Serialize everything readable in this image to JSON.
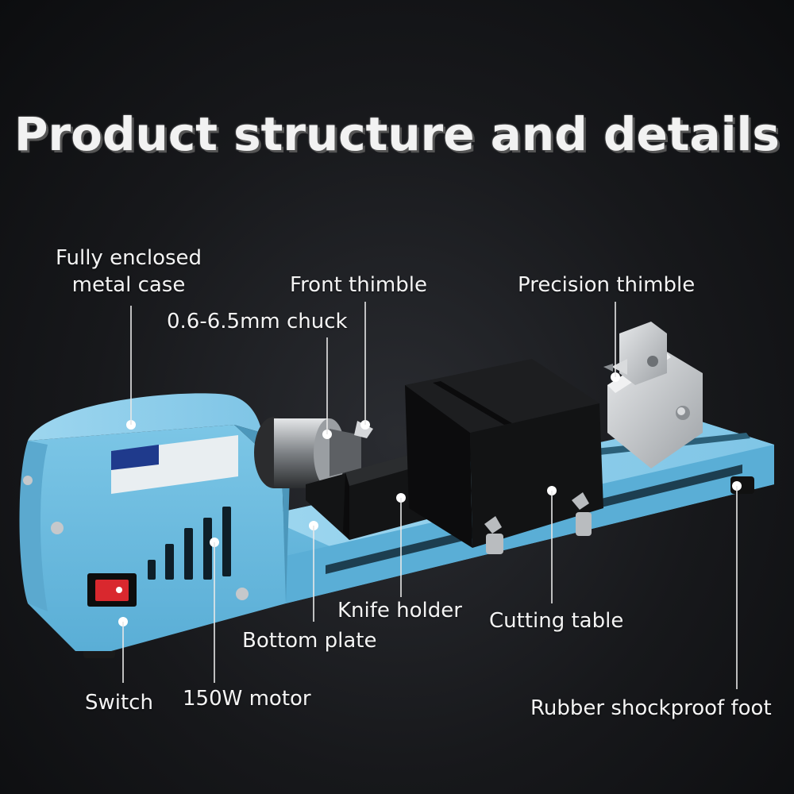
{
  "title": "Product structure and details",
  "labels": {
    "metal_case": [
      "Fully enclosed",
      "metal case"
    ],
    "front_thimble": "Front thimble",
    "chuck": "0.6-6.5mm chuck",
    "precision_thimble": "Precision thimble",
    "knife_holder": "Knife holder",
    "cutting_table": "Cutting table",
    "bottom_plate": "Bottom plate",
    "switch": "Switch",
    "motor": "150W motor",
    "rubber_foot": "Rubber shockproof foot"
  },
  "colors": {
    "background": "#17181b",
    "body_blue": "#6fbde0",
    "body_blue_dark": "#4c97bb",
    "black_parts": "#151617",
    "aluminum": "#c9cccf",
    "switch_red": "#d9282e",
    "text": "#f4f4f4"
  }
}
